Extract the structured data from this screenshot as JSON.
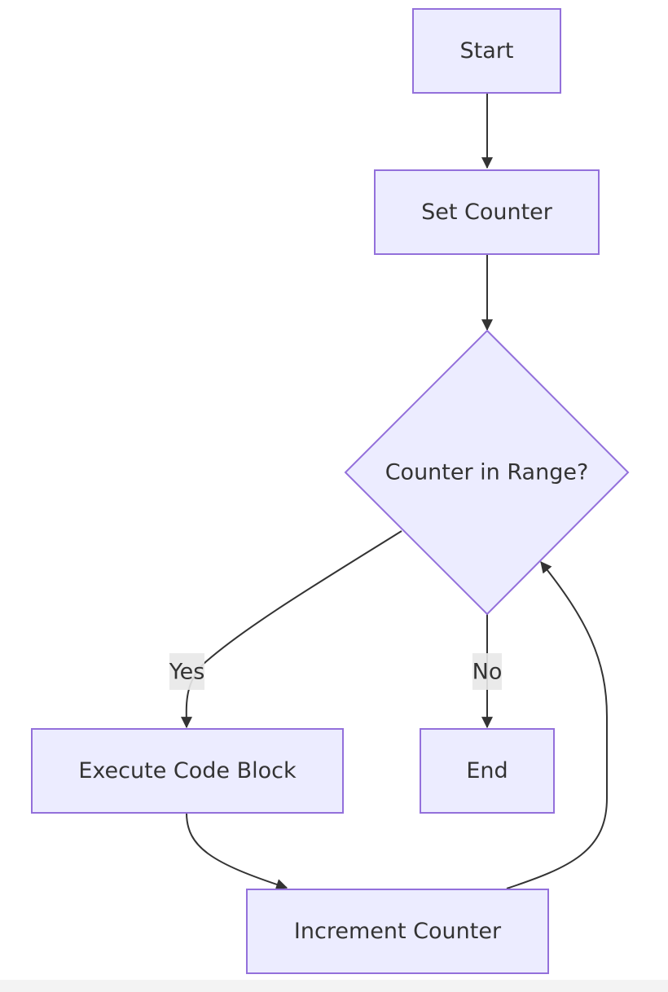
{
  "diagram": {
    "nodes": {
      "start": "Start",
      "set_counter": "Set Counter",
      "decision": "Counter in Range?",
      "execute": "Execute Code Block",
      "end": "End",
      "increment": "Increment Counter"
    },
    "edges": {
      "yes_label": "Yes",
      "no_label": "No"
    }
  },
  "colors": {
    "node_fill": "#ECECFF",
    "node_stroke": "#9370DB",
    "edge": "#333333",
    "text": "#333333",
    "edge_label_bg": "#e8e8e8"
  }
}
